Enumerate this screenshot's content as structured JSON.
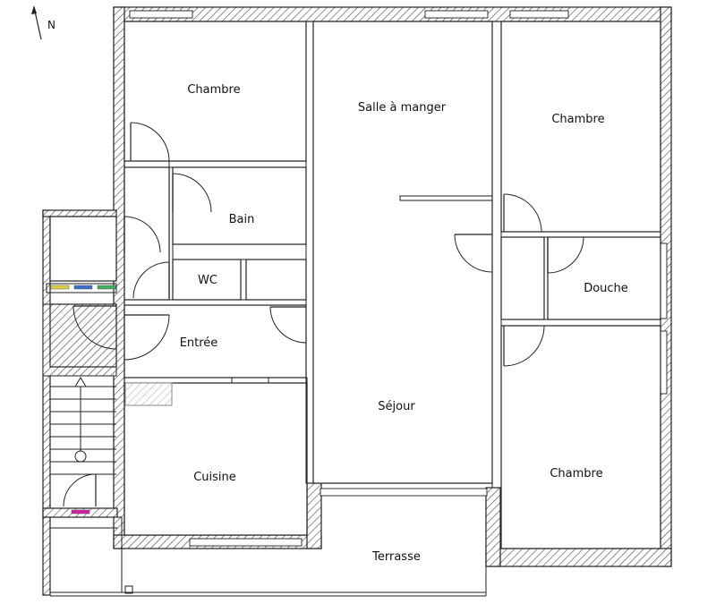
{
  "north_label": "N",
  "rooms": {
    "chambre_nw": "Chambre",
    "salle_a_manger": "Salle à manger",
    "chambre_ne": "Chambre",
    "bain": "Bain",
    "wc": "WC",
    "douche": "Douche",
    "entree": "Entrée",
    "sejour": "Séjour",
    "cuisine": "Cuisine",
    "chambre_se": "Chambre",
    "terrasse": "Terrasse"
  },
  "colors": {
    "wall_stroke": "#222222",
    "hatch": "#444444",
    "meter_yellow": "#e0d040",
    "meter_blue": "#3a6fd0",
    "meter_green": "#40b060",
    "meter_magenta": "#d020a0"
  }
}
